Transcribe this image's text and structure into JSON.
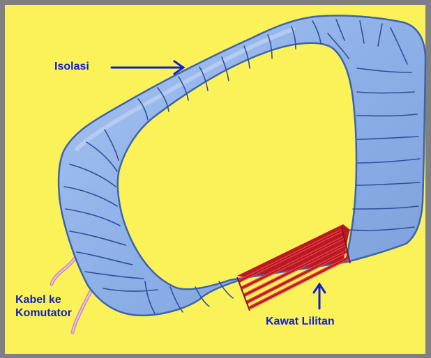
{
  "labels": {
    "isolasi": "Isolasi",
    "kabel_line1": "Kabel ke",
    "kabel_line2": "Komutator",
    "kawat": "Kawat Lilitan"
  },
  "colors": {
    "background": "#fbf25a",
    "frame_border": "#808080",
    "insulation": "#8fb0e6",
    "insulation_outline": "#3a5fa8",
    "winding": "#d8202a",
    "label": "#1020c8",
    "cable": "#d9a0c8"
  }
}
